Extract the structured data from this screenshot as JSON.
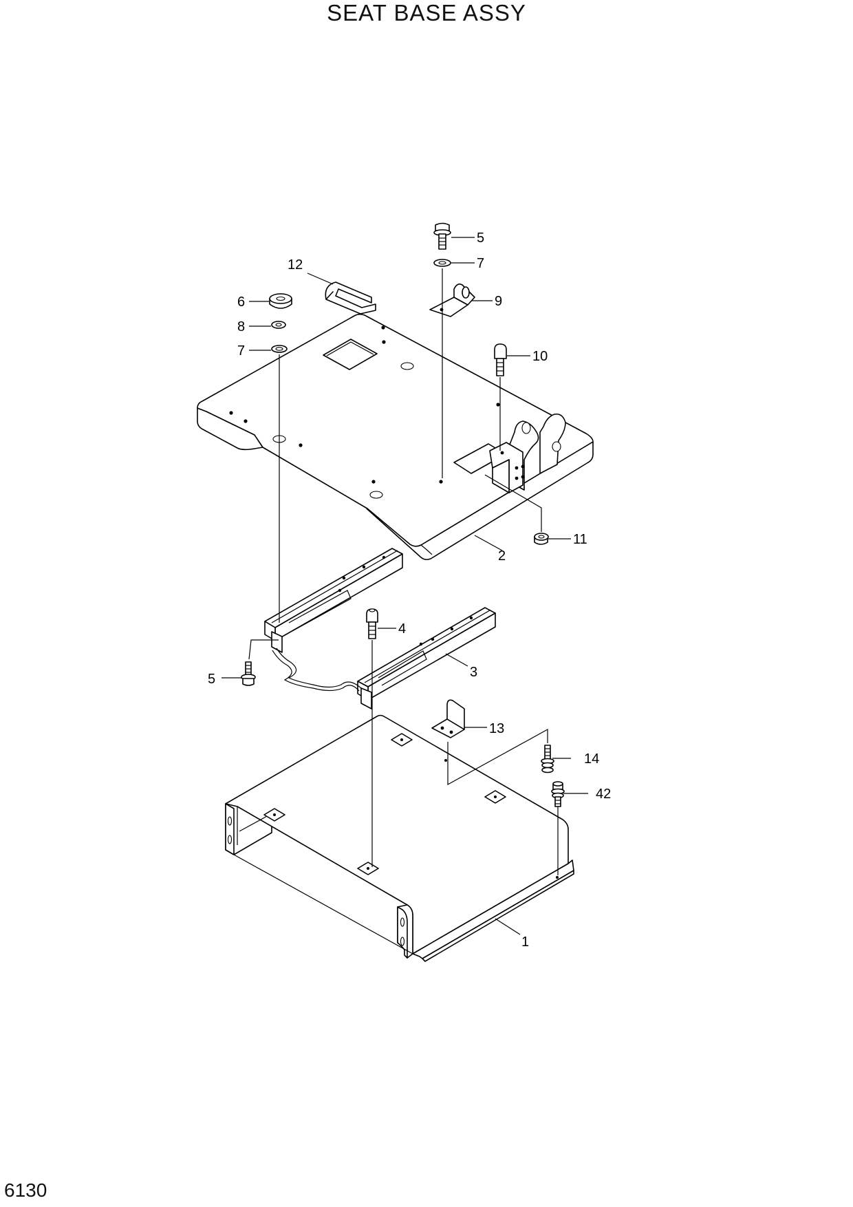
{
  "title": "SEAT BASE ASSY",
  "page_number": "6130",
  "callouts": [
    {
      "id": "c-5-top",
      "label": "5",
      "part": "bolt"
    },
    {
      "id": "c-7-top",
      "label": "7",
      "part": "washer"
    },
    {
      "id": "c-12",
      "label": "12",
      "part": "u-clip"
    },
    {
      "id": "c-6",
      "label": "6",
      "part": "nut"
    },
    {
      "id": "c-9",
      "label": "9",
      "part": "bracket"
    },
    {
      "id": "c-8",
      "label": "8",
      "part": "spring-washer"
    },
    {
      "id": "c-7-left",
      "label": "7",
      "part": "washer"
    },
    {
      "id": "c-10",
      "label": "10",
      "part": "bolt"
    },
    {
      "id": "c-11",
      "label": "11",
      "part": "nut"
    },
    {
      "id": "c-2",
      "label": "2",
      "part": "seat-plate"
    },
    {
      "id": "c-4",
      "label": "4",
      "part": "socket-bolt"
    },
    {
      "id": "c-3",
      "label": "3",
      "part": "slide-rail"
    },
    {
      "id": "c-5-left",
      "label": "5",
      "part": "bolt"
    },
    {
      "id": "c-13",
      "label": "13",
      "part": "bracket"
    },
    {
      "id": "c-14",
      "label": "14",
      "part": "bolt-washer"
    },
    {
      "id": "c-42",
      "label": "42",
      "part": "bolt-washer"
    },
    {
      "id": "c-1",
      "label": "1",
      "part": "seat-base"
    }
  ]
}
